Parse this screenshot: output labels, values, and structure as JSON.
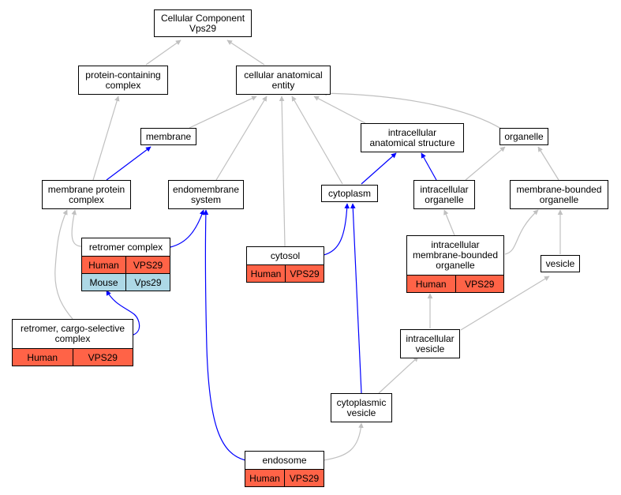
{
  "title": "Cellular Component\nVps29",
  "nodes": {
    "root": "Cellular Component\nVps29",
    "protein_containing_complex": "protein-containing\ncomplex",
    "cellular_anatomical_entity": "cellular anatomical\nentity",
    "membrane": "membrane",
    "intracellular_anatomical_structure": "intracellular\nanatomical structure",
    "organelle": "organelle",
    "membrane_protein_complex": "membrane protein\ncomplex",
    "endomembrane_system": "endomembrane\nsystem",
    "cytoplasm": "cytoplasm",
    "intracellular_organelle": "intracellular\norganelle",
    "membrane_bounded_organelle": "membrane-bounded\norganelle",
    "vesicle": "vesicle",
    "intracellular_vesicle": "intracellular\nvesicle",
    "cytoplasmic_vesicle": "cytoplasmic\nvesicle"
  },
  "records": {
    "retromer_complex": {
      "label": "retromer complex",
      "rows": [
        {
          "species": "Human",
          "gene": "VPS29"
        },
        {
          "species": "Mouse",
          "gene": "Vps29"
        }
      ]
    },
    "retromer_cargo_selective": {
      "label": "retromer, cargo-selective\ncomplex",
      "rows": [
        {
          "species": "Human",
          "gene": "VPS29"
        }
      ]
    },
    "cytosol": {
      "label": "cytosol",
      "rows": [
        {
          "species": "Human",
          "gene": "VPS29"
        }
      ]
    },
    "intracellular_membrane_bounded_organelle": {
      "label": "intracellular\nmembrane-bounded\norganelle",
      "rows": [
        {
          "species": "Human",
          "gene": "VPS29"
        }
      ]
    },
    "endosome": {
      "label": "endosome",
      "rows": [
        {
          "species": "Human",
          "gene": "VPS29"
        }
      ]
    }
  },
  "colors": {
    "human": "#ff6347",
    "mouse": "#add8e6",
    "edge_gray": "#c0c0c0",
    "edge_blue": "#0000ff"
  }
}
